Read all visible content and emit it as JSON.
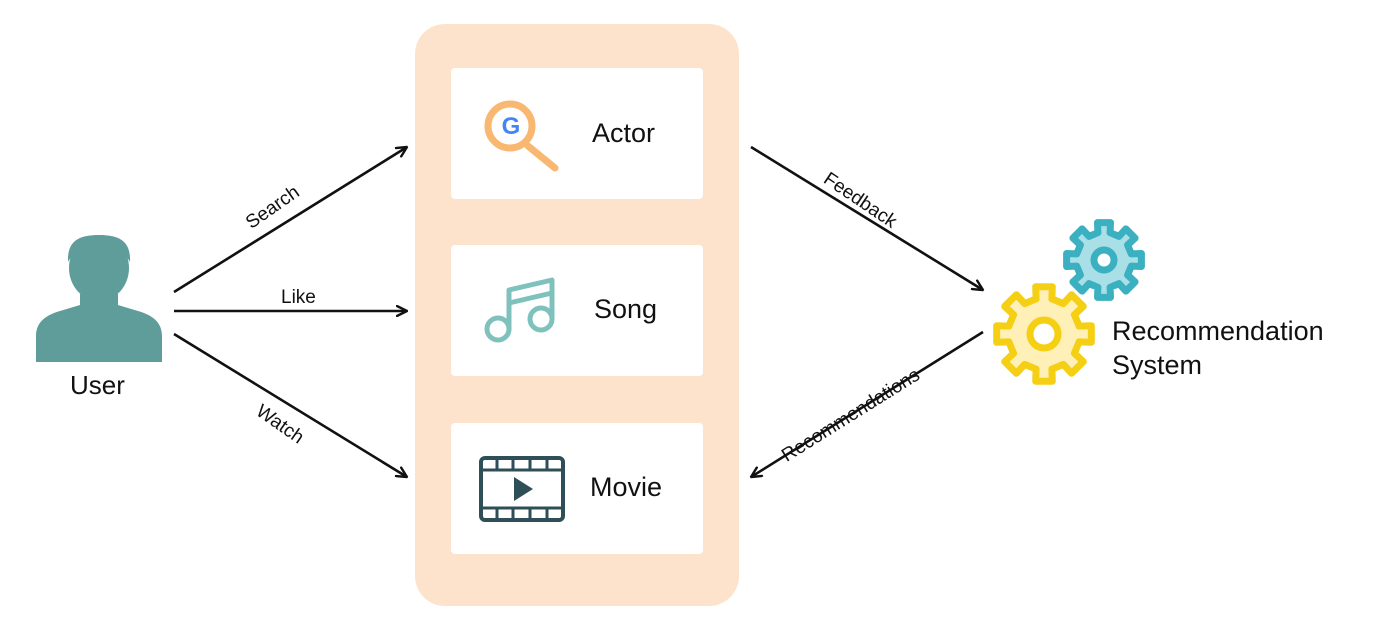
{
  "nodes": {
    "user": "User",
    "actor": "Actor",
    "song": "Song",
    "movie": "Movie",
    "recommendation_line1": "Recommendation",
    "recommendation_line2": "System",
    "search_logo_letter": "G"
  },
  "edges": {
    "search": "Search",
    "like": "Like",
    "watch": "Watch",
    "feedback": "Feedback",
    "recommendations": "Recommendations"
  },
  "colors": {
    "panel": "#fde3cb",
    "user_icon": "#5f9d9b",
    "search_icon": "#f8b871",
    "music_icon": "#7fc2bd",
    "film_icon": "#2e4f57",
    "gear_small": "#3bb0c0",
    "gear_large": "#f5cf14",
    "gear_large_fill": "#fff0b8",
    "arrow": "#111111"
  },
  "icons": {
    "user": "user-silhouette-icon",
    "actor": "google-search-icon",
    "song": "music-note-icon",
    "movie": "film-play-icon",
    "system": "gears-icon"
  }
}
